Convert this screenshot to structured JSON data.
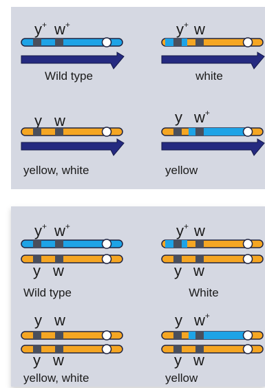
{
  "colors": {
    "panel": "#d5d8e2",
    "wild_type_blue": "#1ea3e6",
    "mutant_orange": "#f5a623",
    "marker_gray": "#4a4f5c",
    "male_y_navy": "#252a80",
    "text": "#1a1a1a"
  },
  "panel_top": {
    "cells": [
      {
        "allele_y": "y",
        "sup_y": "+",
        "allele_w": "w",
        "sup_w": "+",
        "caption": "Wild type"
      },
      {
        "allele_y": "y",
        "sup_y": "+",
        "allele_w": "w",
        "sup_w": "",
        "caption": "white"
      },
      {
        "allele_y": "y",
        "sup_y": "",
        "allele_w": "w",
        "sup_w": "",
        "caption": "yellow, white"
      },
      {
        "allele_y": "y",
        "sup_y": "",
        "allele_w": "w",
        "sup_w": "+",
        "caption": "yellow"
      }
    ]
  },
  "panel_bottom": {
    "cells": [
      {
        "allele_y": "y",
        "sup_y": "+",
        "allele_w": "w",
        "sup_w": "+",
        "lower_y": "y",
        "lower_w": "w",
        "caption": "Wild type"
      },
      {
        "allele_y": "y",
        "sup_y": "+",
        "allele_w": "w",
        "sup_w": "",
        "lower_y": "y",
        "lower_w": "w",
        "caption": "White"
      },
      {
        "allele_y": "y",
        "sup_y": "",
        "allele_w": "w",
        "sup_w": "",
        "lower_y": "y",
        "lower_w": "w",
        "caption": "yellow, white"
      },
      {
        "allele_y": "y",
        "sup_y": "",
        "allele_w": "w",
        "sup_w": "+",
        "lower_y": "y",
        "lower_w": "w",
        "caption": "yellow"
      }
    ]
  }
}
